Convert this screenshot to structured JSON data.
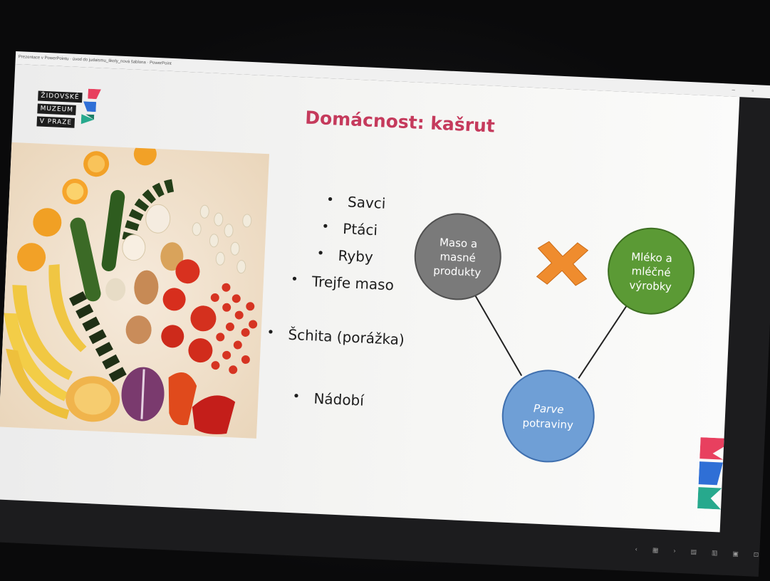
{
  "window": {
    "title": "Prezentace v PowerPointu · úvod do judaismu_školy_nová šablona · PowerPoint"
  },
  "logo": {
    "lines": [
      "ŽIDOVSKÉ",
      "MUZEUM",
      "V PRAZE"
    ],
    "flag_colors": [
      "#e8405f",
      "#2f6fd6",
      "#27a98d"
    ]
  },
  "slide": {
    "title": "Domácnost: kašrut",
    "title_color": "#c53a5c",
    "bullets": [
      "Savci",
      "Ptáci",
      "Ryby",
      "Trejfe maso",
      "Šchita (porážka)",
      "Nádobí"
    ]
  },
  "diagram": {
    "meat": {
      "lines": [
        "Maso a",
        "masné",
        "produkty"
      ],
      "color": "#7a7a7a"
    },
    "dairy": {
      "lines": [
        "Mléko a",
        "mléčné",
        "výrobky"
      ],
      "color": "#5b9a35"
    },
    "parve": {
      "lines": [
        "Parve",
        "potraviny"
      ],
      "color": "#6f9fd6"
    },
    "cross_color": "#ef8c2e",
    "cross_icon": "x-mark-icon"
  },
  "photo": {
    "description_icon": "vegetables-photo"
  },
  "statusbar": {
    "prev": "‹",
    "next": "›"
  }
}
